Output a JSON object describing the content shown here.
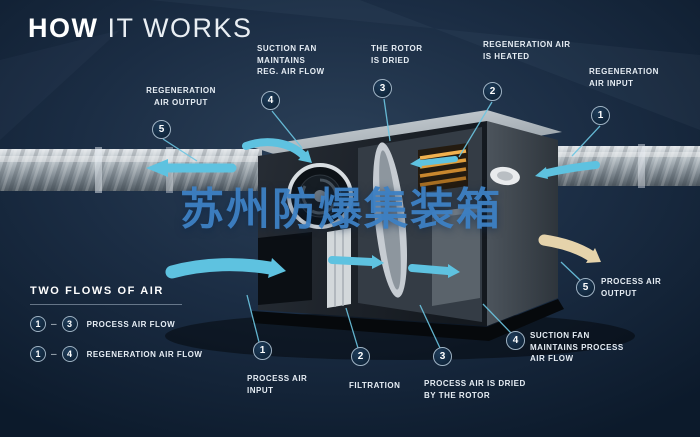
{
  "title": {
    "word1": "HOW",
    "word2": "IT WORKS"
  },
  "watermark": "苏州防爆集装箱",
  "callouts": [
    {
      "num": "5",
      "label": "REGENERATION\nAIR OUTPUT"
    },
    {
      "num": "4",
      "label": "SUCTION FAN\nMAINTAINS\nREG. AIR FLOW"
    },
    {
      "num": "3",
      "label": "THE ROTOR\nIS DRIED"
    },
    {
      "num": "2",
      "label": "REGENERATION AIR\nIS HEATED"
    },
    {
      "num": "1",
      "label": "REGENERATION\nAIR INPUT"
    },
    {
      "num": "5",
      "label": "PROCESS AIR\nOUTPUT"
    },
    {
      "num": "4",
      "label": "SUCTION FAN\nMAINTAINS PROCESS\nAIR FLOW"
    },
    {
      "num": "3",
      "label": "PROCESS AIR IS DRIED\nBY THE ROTOR"
    },
    {
      "num": "2",
      "label": "FILTRATION"
    },
    {
      "num": "1",
      "label": "PROCESS AIR\nINPUT"
    }
  ],
  "legend": {
    "heading": "TWO FLOWS OF AIR",
    "rows": [
      {
        "from": "1",
        "dash": "–",
        "to": "3",
        "label": "PROCESS AIR FLOW"
      },
      {
        "from": "1",
        "dash": "–",
        "to": "4",
        "label": "REGENERATION AIR FLOW"
      }
    ]
  },
  "colors": {
    "background": "#14283e",
    "accent_cyan": "#5ec2e0",
    "badge_navy": "#0b1d30",
    "watermark_blue": "#3d81c4",
    "heater_orange": "#e09f3e",
    "output_arrow_tan": "#e5d3ab"
  }
}
